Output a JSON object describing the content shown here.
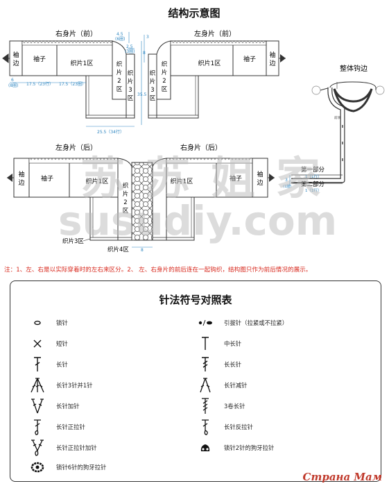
{
  "title": "结构示意图",
  "panels": {
    "right_front": {
      "title": "右身片（前）",
      "cuff": [
        "袖",
        "边"
      ],
      "sleeve": "袖子",
      "zone1": "织片1区",
      "zone2": [
        "织",
        "片",
        "2",
        "区"
      ],
      "zone3": [
        "织",
        "片",
        "3",
        "区"
      ]
    },
    "left_front": {
      "title": "左身片（前）",
      "cuff": [
        "袖",
        "边"
      ],
      "sleeve": "袖子",
      "zone1": "织片1区",
      "zone2": [
        "织",
        "片",
        "2",
        "区"
      ],
      "zone3": [
        "织",
        "片",
        "3",
        "区"
      ]
    },
    "left_back": {
      "title": "左身片（后）",
      "cuff": [
        "袖",
        "边"
      ],
      "sleeve": "袖子",
      "zone1": "织片1区",
      "zone2": [
        "织",
        "片",
        "2",
        "区"
      ],
      "zone3": "织片3区"
    },
    "right_back": {
      "title": "右身片（后）",
      "cuff": [
        "袖",
        "边"
      ],
      "sleeve": "袖子",
      "zone1": "织片1区"
    },
    "back_center": {
      "zone4": "织片4区",
      "width": "8"
    }
  },
  "dimensions": {
    "d45": "4.5",
    "d45b": "(6圈)",
    "d25": "2.5",
    "d25b": "(3圈)",
    "d6": "6",
    "d6b": "(8圈)",
    "d175a": "17.5（23行）",
    "d175b": "17.5（23圈）",
    "d255": "25.5（34行）",
    "d355": "35.5",
    "d3": "3",
    "d8": "8"
  },
  "edging": {
    "title": "整体钩边",
    "part1": "第一部分",
    "part2": "第二部分",
    "h1": "1（1行）",
    "h2": "1（1行）",
    "v3": "3",
    "v3b": "(1圈)",
    "neck": "前领"
  },
  "note": "注：1、左、右是以实际穿着时的左右来区分。2、 左、右身片的前后连在一起钩织，结构图只作为前后情况的展示。",
  "legend": {
    "title": "针法符号对照表",
    "items": [
      {
        "icon": "chain-stitch-icon",
        "label": "锁针"
      },
      {
        "icon": "slip-stitch-icon",
        "label": "引拔针（拉紧或不拉紧）"
      },
      {
        "icon": "single-crochet-icon",
        "label": "短针"
      },
      {
        "icon": "half-double-crochet-icon",
        "label": "中长针"
      },
      {
        "icon": "double-crochet-icon",
        "label": "长针"
      },
      {
        "icon": "treble-crochet-icon",
        "label": "长长针"
      },
      {
        "icon": "dc3tog-icon",
        "label": "长针3针并1针"
      },
      {
        "icon": "dc-decrease-icon",
        "label": "长针减针"
      },
      {
        "icon": "dc-increase-icon",
        "label": "长针加针"
      },
      {
        "icon": "triple-treble-icon",
        "label": "3卷长针"
      },
      {
        "icon": "front-post-dc-icon",
        "label": "长针正拉针"
      },
      {
        "icon": "back-post-dc-icon",
        "label": "长针反拉针"
      },
      {
        "icon": "front-post-dc-increase-icon",
        "label": "长针正拉针加针"
      },
      {
        "icon": "picot-2-icon",
        "label": "锁针2针的狗牙拉针"
      },
      {
        "icon": "picot-6-icon",
        "label": "锁针6针的狗牙拉针"
      }
    ]
  },
  "watermark": {
    "cn": "苏苏姐家",
    "en": "susudiy.com",
    "site": "Страна Мам"
  },
  "colors": {
    "dimension_blue": "#2e86c1",
    "note_red": "#d8291e",
    "line": "#333333"
  }
}
